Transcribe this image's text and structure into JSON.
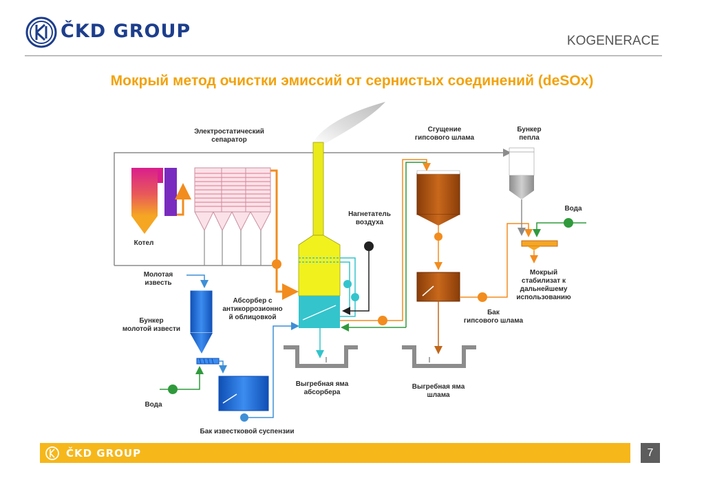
{
  "header": {
    "brand": "ČKD GROUP",
    "section": "KOGENERACE",
    "title": "Мокрый метод очистки эмиссий от сернистых соединений (deSOx)"
  },
  "diagram": {
    "labels": {
      "precipitator": [
        "Электростатический",
        "сепаратор"
      ],
      "boiler": "Котел",
      "lime": [
        "Молотая",
        "известь"
      ],
      "lime_bunker": [
        "Бункер",
        "молотой извести"
      ],
      "absorber": [
        "Абсорбер с",
        "антикоррозионно",
        "й облицовкой"
      ],
      "blower": [
        "Нагнетатель",
        "воздуха"
      ],
      "water_left": "Вода",
      "lime_tank": "Бак известковой суспензии",
      "absorber_pit": [
        "Выгребная яма",
        "абсорбера"
      ],
      "thickener": [
        "Сгущение",
        "гипсового шлама"
      ],
      "gypsum_tank": [
        "Бак",
        "гипсового шлама"
      ],
      "sludge_pit": [
        "Выгребная яма",
        "шлама"
      ],
      "ash_bunker": [
        "Бункер",
        "пепла"
      ],
      "water_right": "Вода",
      "stabilizate": [
        "Мокрый",
        "стабилизат к",
        "дальнейшему",
        "использованию"
      ]
    }
  },
  "footer": {
    "brand": "ČKD GROUP",
    "page": "7"
  },
  "colors": {
    "brand_blue": "#1d3e8c",
    "title_orange": "#f2a20c",
    "footer_yellow": "#f6b71b",
    "pipe_orange": "#f28c1e",
    "pipe_blue": "#3d8fd6",
    "pipe_green": "#2f9a3c"
  },
  "icons": [
    "ckd-logo-icon",
    "footer-logo-icon"
  ]
}
